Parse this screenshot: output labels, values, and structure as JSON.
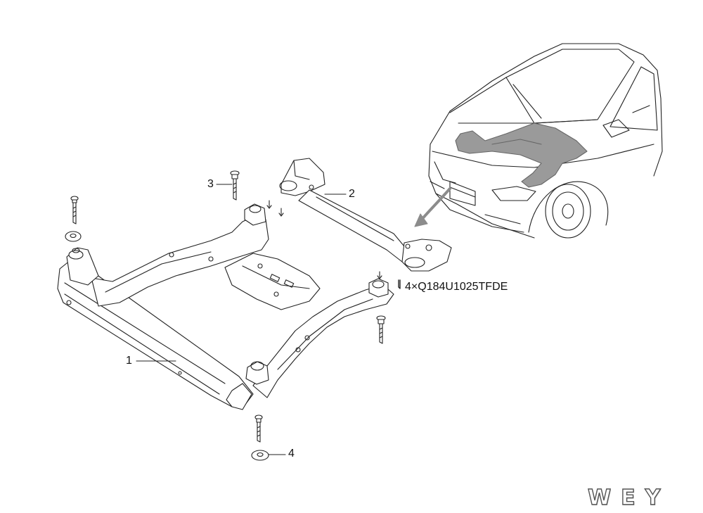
{
  "callouts": {
    "c1": "1",
    "c2": "2",
    "c3": "3",
    "c4": "4",
    "fastener": "4×Q184U1025TFDE"
  },
  "brand": {
    "logo_text": "WEY"
  },
  "colors": {
    "line": "#222222",
    "part_fill": "#ffffff",
    "highlight": "#9a9a9a",
    "arrow": "#8c8c8c"
  }
}
